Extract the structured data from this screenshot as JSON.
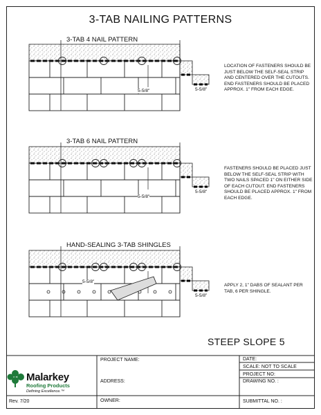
{
  "title": "3-TAB NAILING PATTERNS",
  "sections": [
    {
      "heading": "3-TAB 4 NAIL PATTERN",
      "dim_tab": "5-5/8\"",
      "dim_side": "5-5/8\"",
      "note": "LOCATION OF FASTENERS SHOULD BE JUST BELOW THE SELF-SEAL STRIP AND CENTERED OVER THE CUTOUTS. END FASTENERS SHOULD BE PLACED APPROX. 1\" FROM EACH EDGE."
    },
    {
      "heading": "3-TAB 6 NAIL PATTERN",
      "dim_tab": "5-5/8\"",
      "dim_side": "5-5/8\"",
      "note": "FASTENERS SHOULD BE PLACED JUST BELOW THE SELF-SEAL STRIP WITH TWO NAILS SPACED 1\" ON EITHER SIDE OF EACH CUTOUT. END FASTENERS SHOULD BE PLACED APPROX. 1\" FROM EACH EDGE."
    },
    {
      "heading": "HAND-SEALING 3-TAB SHINGLES",
      "dim_tab": "5-5/8\"",
      "dim_side": "5-5/8\"",
      "note": "APPLY 2, 1\" DABS OF SEALANT PER TAB, 6 PER SHINGLE."
    }
  ],
  "sheet_label": "STEEP SLOPE 5",
  "title_block": {
    "project_name": "PROJECT NAME:",
    "address": "ADDRESS:",
    "owner": "OWNER:",
    "date": "DATE:",
    "scale": "SCALE:  NOT TO SCALE",
    "project_no": "PROJECT NO:",
    "drawing_no": "DRAWING NO. :",
    "submittal_no": "SUBMITTAL NO. :",
    "revision": "Rev. 7/20"
  },
  "logo": {
    "name": "Malarkey",
    "sub": "Roofing Products",
    "tagline": "Defining Excellence.™",
    "color": "#1f7a3a"
  }
}
